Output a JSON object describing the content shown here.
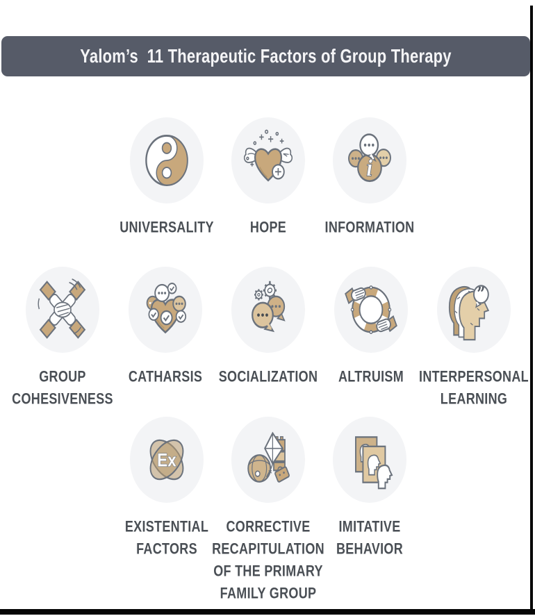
{
  "header": {
    "title": "Yalom’s  11 Therapeutic Factors of Group Therapy"
  },
  "colors": {
    "header_bg": "#565b68",
    "label_text": "#4a4f55",
    "circle_bg": "#f3f4f6",
    "tan": "#c8a87c",
    "tan_light": "#dcc49e",
    "tan_dark": "#b3976d",
    "outline": "#6b727c",
    "frame_border": "#060606"
  },
  "rows": [
    {
      "items": [
        {
          "id": "universality",
          "icon": "yin-yang-icon",
          "label_lines": [
            "UNIVERSALITY"
          ]
        },
        {
          "id": "hope",
          "icon": "winged-heart-icon",
          "label_lines": [
            "HOPE"
          ]
        },
        {
          "id": "information",
          "icon": "speech-bubbles-info-icon",
          "label_lines": [
            "INFORMATION"
          ]
        }
      ]
    },
    {
      "items": [
        {
          "id": "group-cohesiveness",
          "icon": "stacked-hands-icon",
          "label_lines": [
            "GROUP",
            "COHESIVENESS"
          ]
        },
        {
          "id": "catharsis",
          "icon": "heart-bubbles-check-icon",
          "label_lines": [
            "CATHARSIS"
          ]
        },
        {
          "id": "socialization",
          "icon": "speech-bubbles-gears-icon",
          "label_lines": [
            "SOCIALIZATION"
          ]
        },
        {
          "id": "altruism",
          "icon": "lifebuoy-hands-icon",
          "label_lines": [
            "ALTRUISM"
          ]
        },
        {
          "id": "interpersonal-learning",
          "icon": "head-profiles-quote-icon",
          "label_lines": [
            "INTERPERSONAL",
            "LEARNING"
          ]
        }
      ]
    },
    {
      "items": [
        {
          "id": "existential-factors",
          "icon": "ex-orbits-icon",
          "label_lines": [
            "EXISTENTIAL",
            "FACTORS"
          ]
        },
        {
          "id": "corrective-recapitulation",
          "icon": "toys-kite-ball-blocks-icon",
          "label_lines": [
            "CORRECTIVE",
            "RECAPITULATION",
            "OF THE PRIMARY",
            "FAMILY GROUP"
          ]
        },
        {
          "id": "imitative-behavior",
          "icon": "profile-cards-icon",
          "label_lines": [
            "IMITATIVE",
            "BEHAVIOR"
          ]
        }
      ]
    }
  ]
}
